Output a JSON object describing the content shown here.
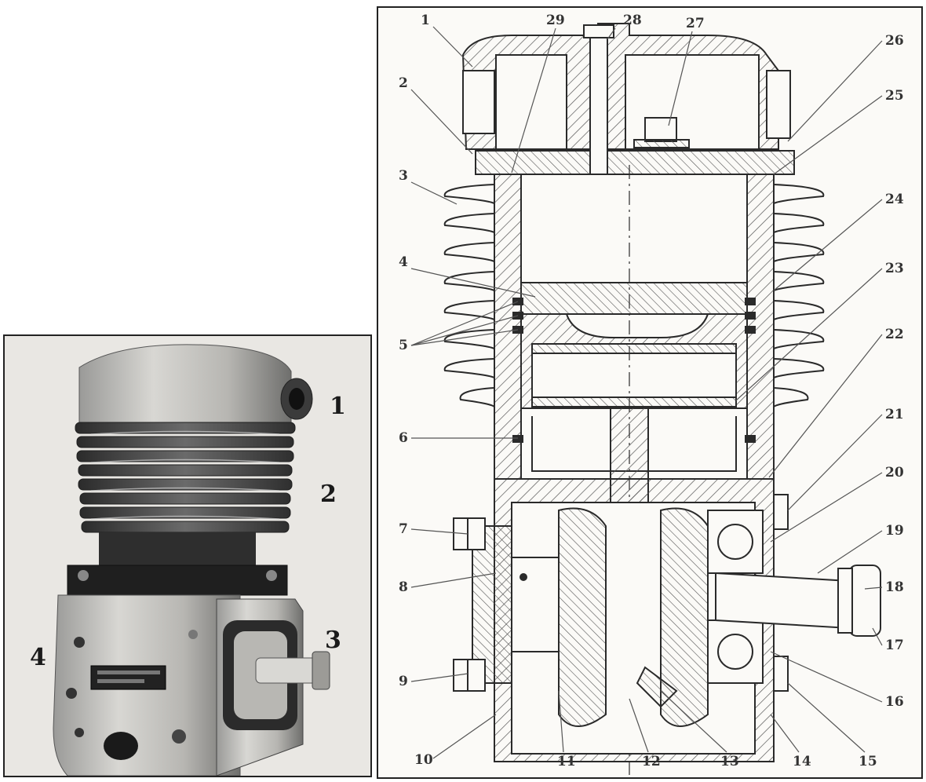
{
  "photo": {
    "labels": [
      "1",
      "2",
      "3",
      "4"
    ]
  },
  "drawing": {
    "callouts": [
      "1",
      "2",
      "3",
      "4",
      "5",
      "6",
      "7",
      "8",
      "9",
      "10",
      "11",
      "12",
      "13",
      "14",
      "15",
      "16",
      "17",
      "18",
      "19",
      "20",
      "21",
      "22",
      "23",
      "24",
      "25",
      "26",
      "27",
      "28",
      "29"
    ]
  },
  "colors": {
    "ink": "#2a2a2a",
    "paper": "#fbfaf7",
    "photo_bg": "#e9e7e3"
  }
}
